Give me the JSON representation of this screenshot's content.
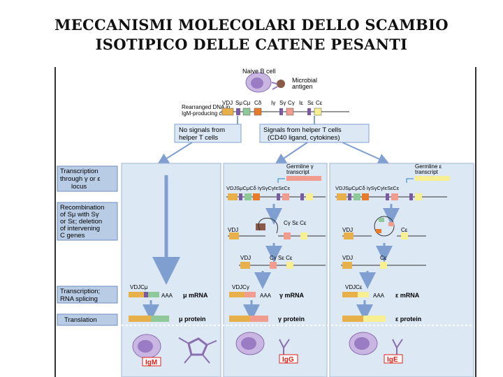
{
  "title": {
    "line1": "MECCANISMI MOLECOLARI DELLO SCAMBIO",
    "line2": "ISOTIPICO DELLE CATENE PESANTI"
  },
  "colors": {
    "panel": "#dce8f4",
    "step_box": "#b8cce6",
    "arrow": "#7f9fd0",
    "vdj": "#e8b04a",
    "mu": "#8fc99a",
    "delta": "#e87b2a",
    "gamma": "#f29b8f",
    "epsilon": "#f7ef92",
    "switch": "#7a5aa0",
    "isotype_label": "#e0201a"
  },
  "top": {
    "naive_b_cell": "Naive B cell",
    "microbial_antigen_1": "Microbial",
    "microbial_antigen_2": "antigen",
    "rearranged_1": "Rearranged DNA in",
    "rearranged_2": "IgM-producing cells",
    "gene_vdj": "VDJ",
    "gene_smu": "Sμ",
    "gene_cmu": "Cμ",
    "gene_cdelta": "Cδ",
    "gene_igamma": "Iγ",
    "gene_sgamma": "Sγ",
    "gene_cgamma": "Cγ",
    "gene_iepsilon": "Iε",
    "gene_sepsilon": "Sε",
    "gene_cepsilon": "Cε",
    "no_signals_1": "No signals from",
    "no_signals_2": "helper T cells",
    "signals_1": "Signals from helper T cells",
    "signals_2": "(CD40 ligand, cytokines)"
  },
  "steps": {
    "transcription_1": "Transcription",
    "transcription_2": "through γ or ε",
    "transcription_3": "locus",
    "recomb_1": "Recombination",
    "recomb_2": "of Sμ with Sγ",
    "recomb_3": "or Sε; deletion",
    "recomb_4": "of intervening",
    "recomb_5": "C genes",
    "splicing_1": "Transcription;",
    "splicing_2": "RNA splicing",
    "translation": "Translation"
  },
  "columns": {
    "germline_gamma_1": "Germline γ",
    "germline_gamma_2": "transcript",
    "germline_epsilon_1": "Germline ε",
    "germline_epsilon_2": "transcript",
    "mu_row": "VDJSμCμCδ   IγSγCγIεSεCε",
    "vdj_label": "VDJ",
    "after_gamma": "Cγ  Sε Cε",
    "after_epsilon": "Cε",
    "vdj_cgamma_short": "Cγ  Sε  Cε",
    "vdjcmu": "VDJCμ",
    "vdjcgamma": "VDJCγ",
    "vdjcepsilon": "VDJCε",
    "aaa": "AAA",
    "mu_mrna": "μ mRNA",
    "gamma_mrna": "γ mRNA",
    "epsilon_mrna": "ε mRNA",
    "mu_protein": "μ protein",
    "gamma_protein": "γ protein",
    "epsilon_protein": "ε protein",
    "igm": "IgM",
    "igg": "IgG",
    "ige": "IgE"
  }
}
